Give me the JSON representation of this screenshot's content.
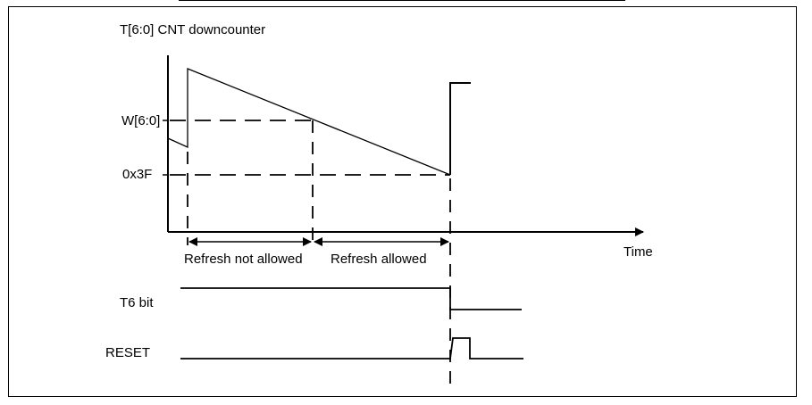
{
  "figure": {
    "counter_label": "T[6:0] CNT downcounter",
    "window_label": "W[6:0]",
    "threshold_label": "0x3F",
    "time_label": "Time",
    "refresh_not_allowed": "Refresh not allowed",
    "refresh_allowed": "Refresh allowed",
    "t6_label": "T6 bit",
    "reset_label": "RESET"
  },
  "colors": {
    "line": "#000000",
    "background": "#ffffff"
  }
}
